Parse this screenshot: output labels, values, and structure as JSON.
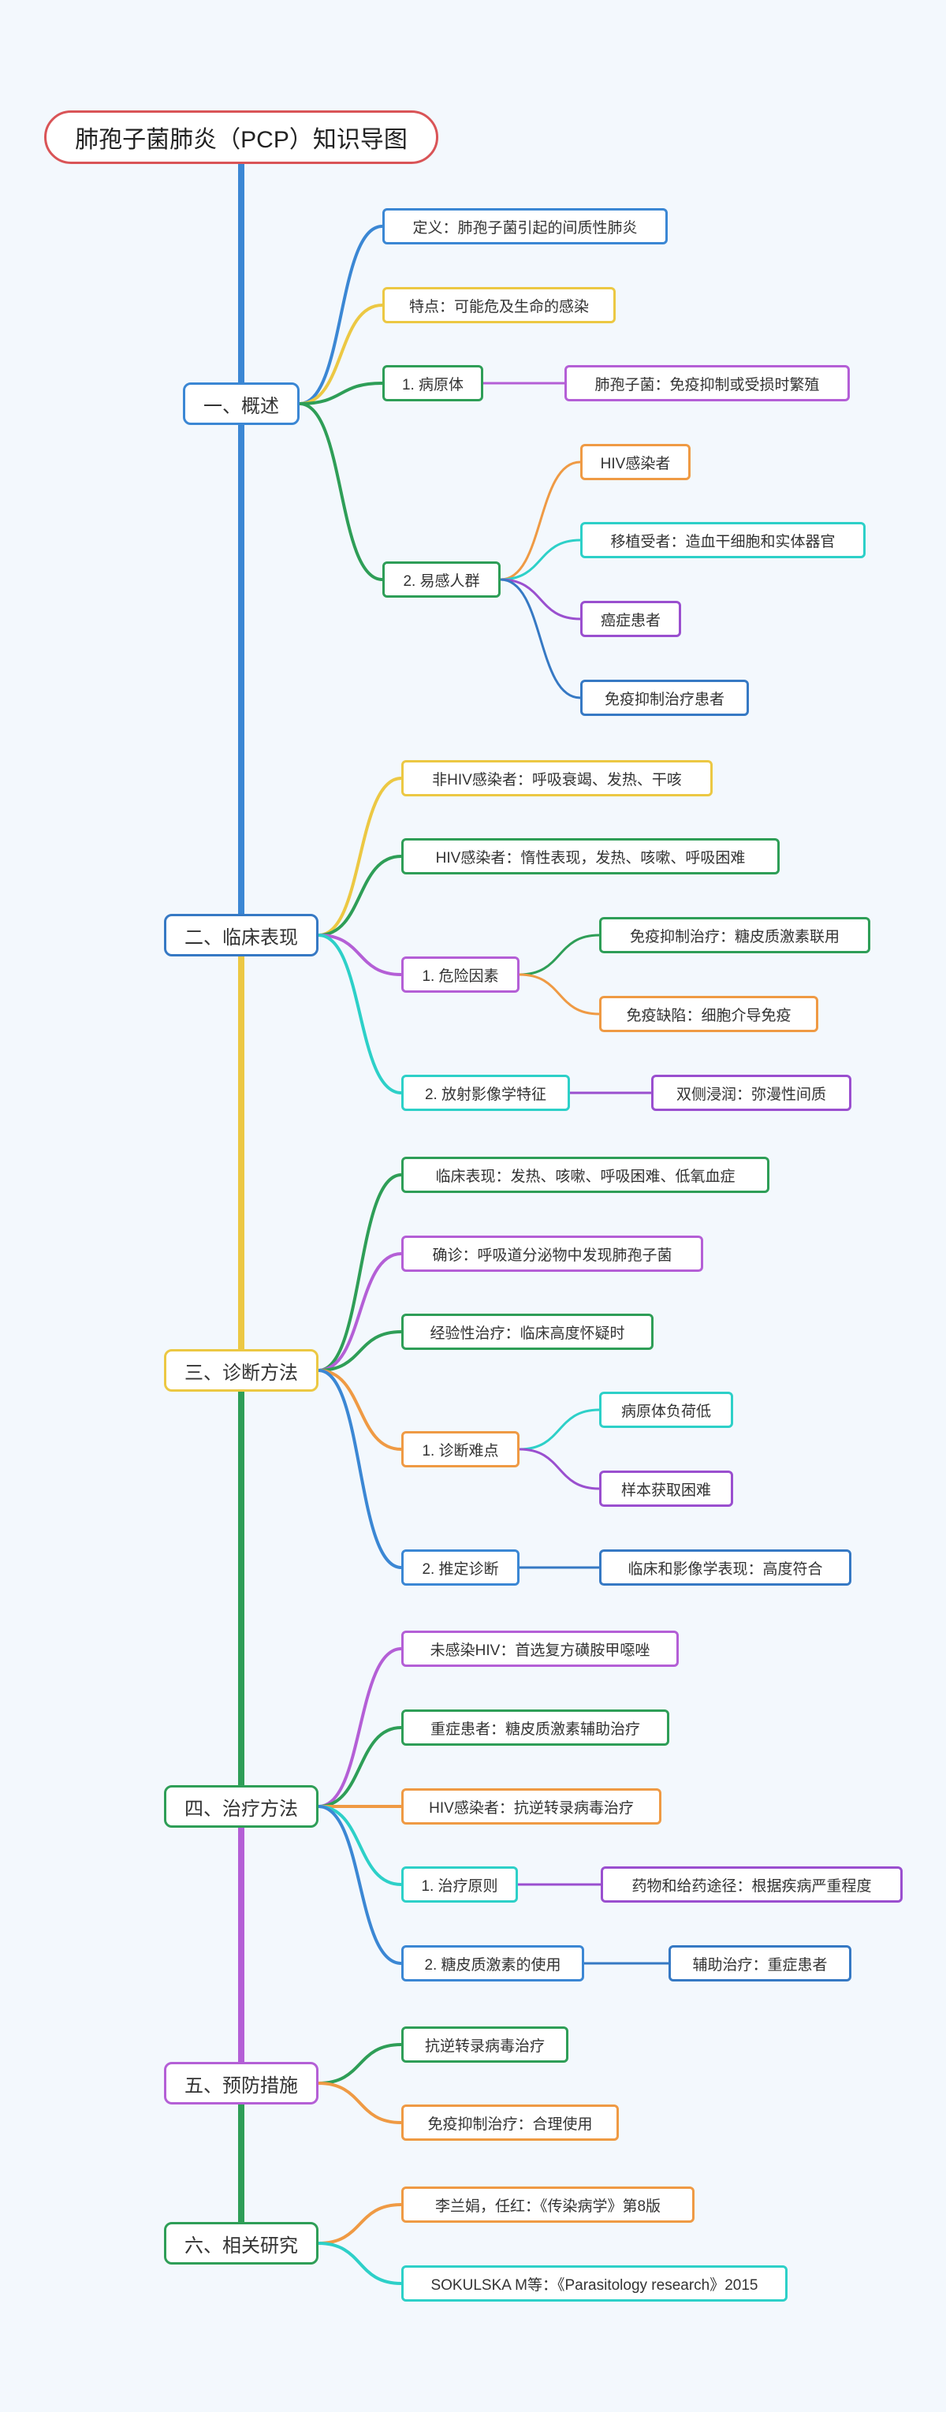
{
  "title": "肺孢子菌肺炎（PCP）知识导图",
  "colors": {
    "blue": "#3b87d4",
    "green": "#2e9e57",
    "orange": "#ef9a44",
    "purple": "#b45fd6",
    "yellow": "#ecc843",
    "teal": "#2dd0c8",
    "red": "#d95457",
    "violet": "#9a4fcf",
    "navy": "#3679c4"
  },
  "sections": [
    {
      "label": "一、概述",
      "items": [
        {
          "label": "定义：肺孢子菌引起的间质性肺炎"
        },
        {
          "label": "特点：可能危及生命的感染"
        },
        {
          "label": "1. 病原体",
          "children": [
            {
              "label": "肺孢子菌：免疫抑制或受损时繁殖"
            }
          ]
        },
        {
          "label": "2. 易感人群",
          "children": [
            {
              "label": "HIV感染者"
            },
            {
              "label": "移植受者：造血干细胞和实体器官"
            },
            {
              "label": "癌症患者"
            },
            {
              "label": "免疫抑制治疗患者"
            }
          ]
        }
      ]
    },
    {
      "label": "二、临床表现",
      "items": [
        {
          "label": "非HIV感染者：呼吸衰竭、发热、干咳"
        },
        {
          "label": "HIV感染者：惰性表现，发热、咳嗽、呼吸困难"
        },
        {
          "label": "1. 危险因素",
          "children": [
            {
              "label": "免疫抑制治疗：糖皮质激素联用"
            },
            {
              "label": "免疫缺陷：细胞介导免疫"
            }
          ]
        },
        {
          "label": "2. 放射影像学特征",
          "children": [
            {
              "label": "双侧浸润：弥漫性间质"
            }
          ]
        }
      ]
    },
    {
      "label": "三、诊断方法",
      "items": [
        {
          "label": "临床表现：发热、咳嗽、呼吸困难、低氧血症"
        },
        {
          "label": "确诊：呼吸道分泌物中发现肺孢子菌"
        },
        {
          "label": "经验性治疗：临床高度怀疑时"
        },
        {
          "label": "1. 诊断难点",
          "children": [
            {
              "label": "病原体负荷低"
            },
            {
              "label": "样本获取困难"
            }
          ]
        },
        {
          "label": "2. 推定诊断",
          "children": [
            {
              "label": "临床和影像学表现：高度符合"
            }
          ]
        }
      ]
    },
    {
      "label": "四、治疗方法",
      "items": [
        {
          "label": "未感染HIV：首选复方磺胺甲噁唑"
        },
        {
          "label": "重症患者：糖皮质激素辅助治疗"
        },
        {
          "label": "HIV感染者：抗逆转录病毒治疗"
        },
        {
          "label": "1. 治疗原则",
          "children": [
            {
              "label": "药物和给药途径：根据疾病严重程度"
            }
          ]
        },
        {
          "label": "2. 糖皮质激素的使用",
          "children": [
            {
              "label": "辅助治疗：重症患者"
            }
          ]
        }
      ]
    },
    {
      "label": "五、预防措施",
      "items": [
        {
          "label": "抗逆转录病毒治疗"
        },
        {
          "label": "免疫抑制治疗：合理使用"
        }
      ]
    },
    {
      "label": "六、相关研究",
      "items": [
        {
          "label": "李兰娟，任红：《传染病学》第8版"
        },
        {
          "label": "SOKULSKA M等：《Parasitology research》2015"
        }
      ]
    }
  ]
}
